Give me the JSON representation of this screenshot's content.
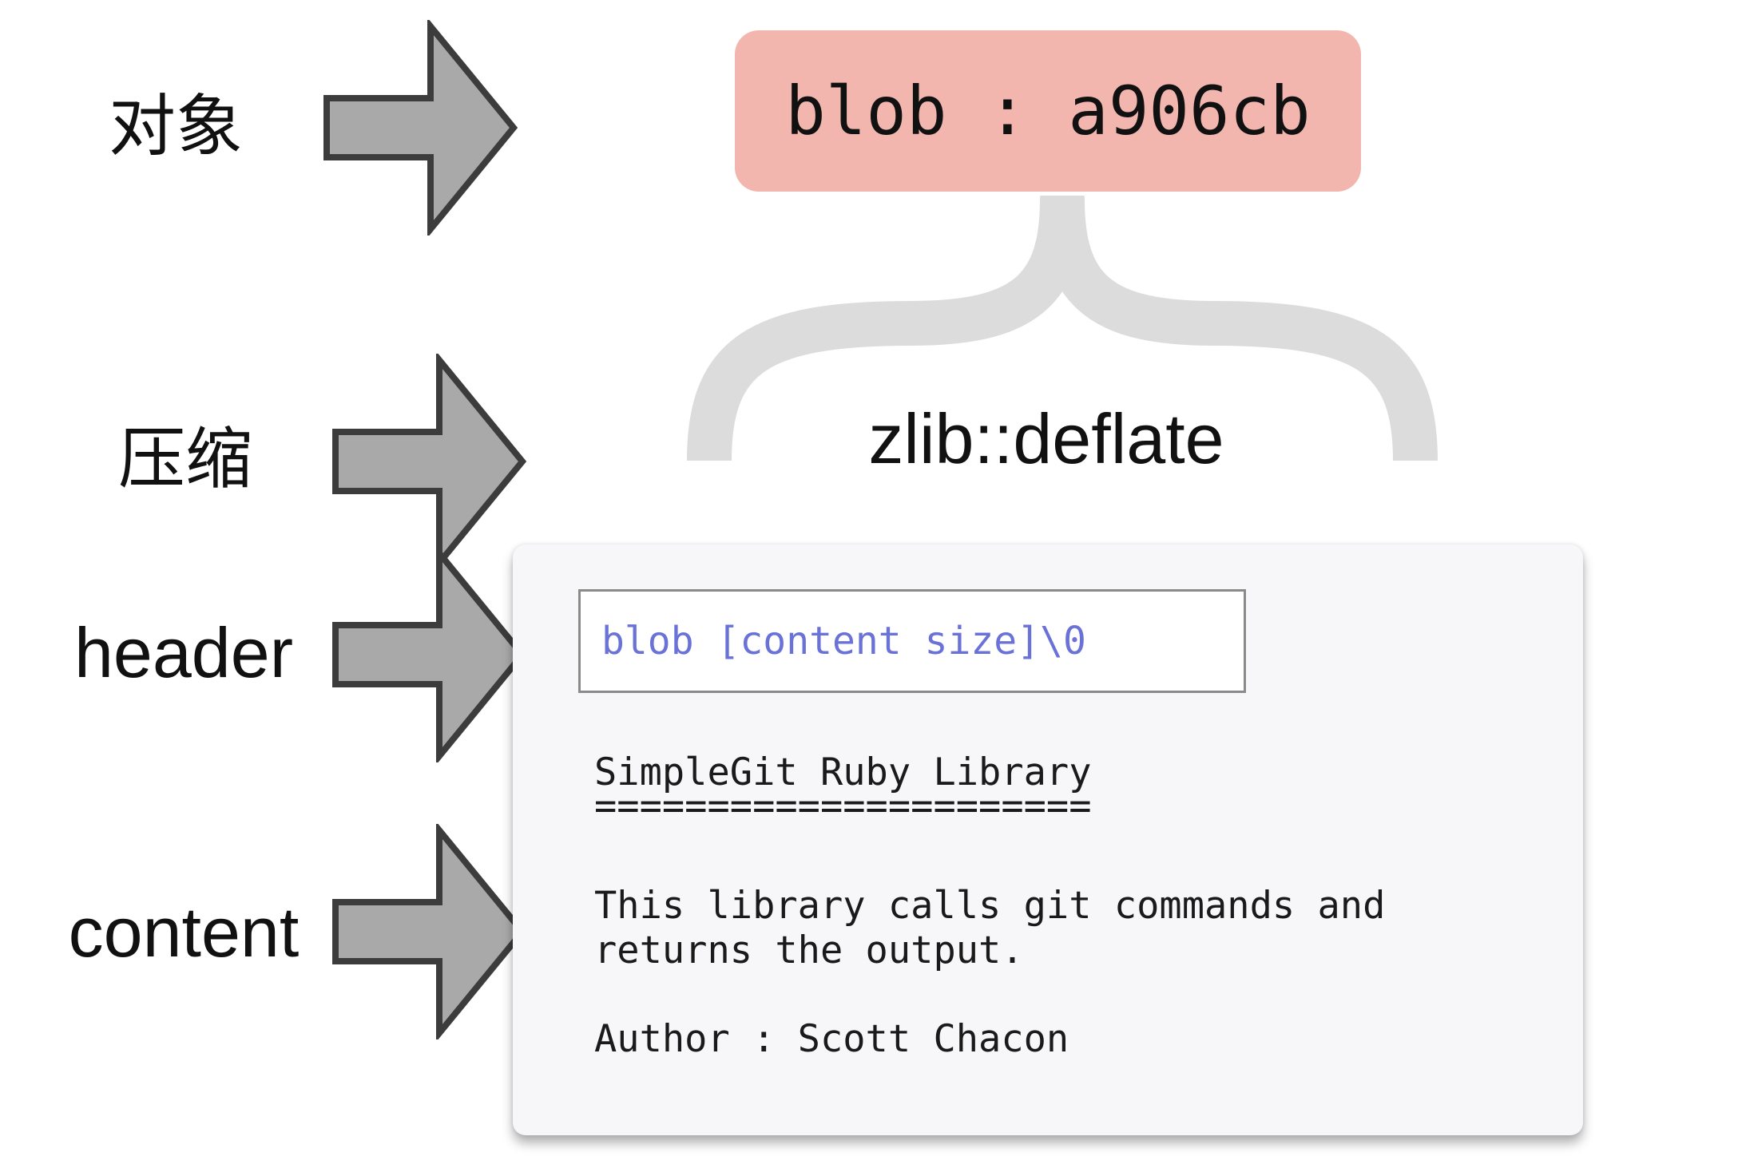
{
  "rows": {
    "object": "对象",
    "compress": "压缩",
    "header": "header",
    "content": "content"
  },
  "object_box": {
    "text": "blob : a906cb",
    "color": "#f2b6ae"
  },
  "compression": {
    "label": "zlib::deflate"
  },
  "blob_file": {
    "header_line": "blob [content size]\\0",
    "title": "SimpleGit Ruby Library",
    "underline": "======================",
    "description_line1": "This library calls git commands and",
    "description_line2": "returns the output.",
    "author": "Author : Scott Chacon"
  },
  "colors": {
    "arrow_fill": "#a9a9a9",
    "arrow_stroke": "#3c3c3c",
    "brace": "#dcdcdc",
    "header_text": "#6a72d8"
  }
}
